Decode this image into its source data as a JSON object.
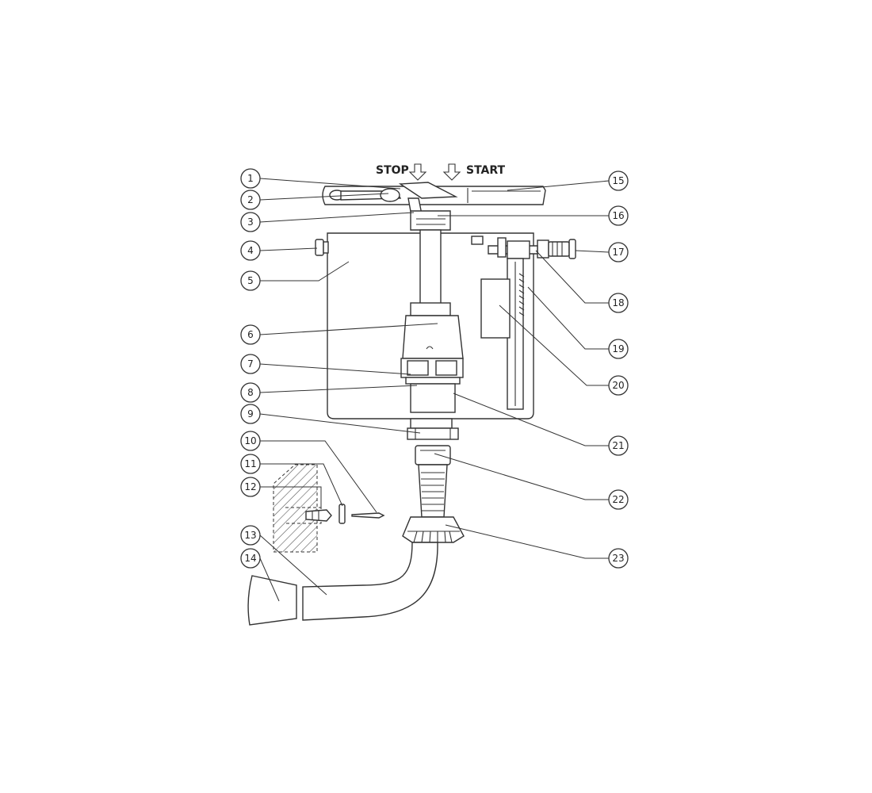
{
  "header": {
    "stop_label": "STOP",
    "start_label": "START"
  },
  "callouts": {
    "c1": "1",
    "c2": "2",
    "c3": "3",
    "c4": "4",
    "c5": "5",
    "c6": "6",
    "c7": "7",
    "c8": "8",
    "c9": "9",
    "c10": "10",
    "c11": "11",
    "c12": "12",
    "c13": "13",
    "c14": "14",
    "c15": "15",
    "c16": "16",
    "c17": "17",
    "c18": "18",
    "c19": "19",
    "c20": "20",
    "c21": "21",
    "c22": "22",
    "c23": "23"
  },
  "colors": {
    "line": "#333333",
    "background": "#ffffff"
  }
}
